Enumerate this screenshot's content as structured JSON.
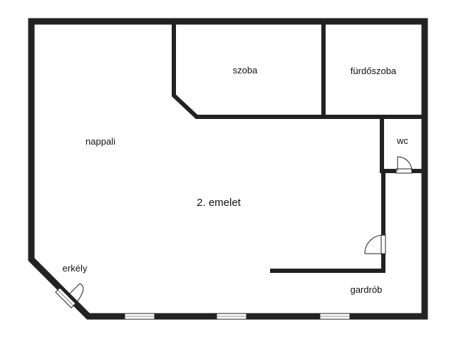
{
  "floor_label": "2. emelet",
  "rooms": {
    "nappali": "nappali",
    "szoba": "szoba",
    "furdoszoba": "fürdőszoba",
    "wc": "wc",
    "gardrob": "gardrób",
    "erkely": "erkély"
  },
  "colors": {
    "wall": "#222222",
    "background": "#ffffff"
  }
}
